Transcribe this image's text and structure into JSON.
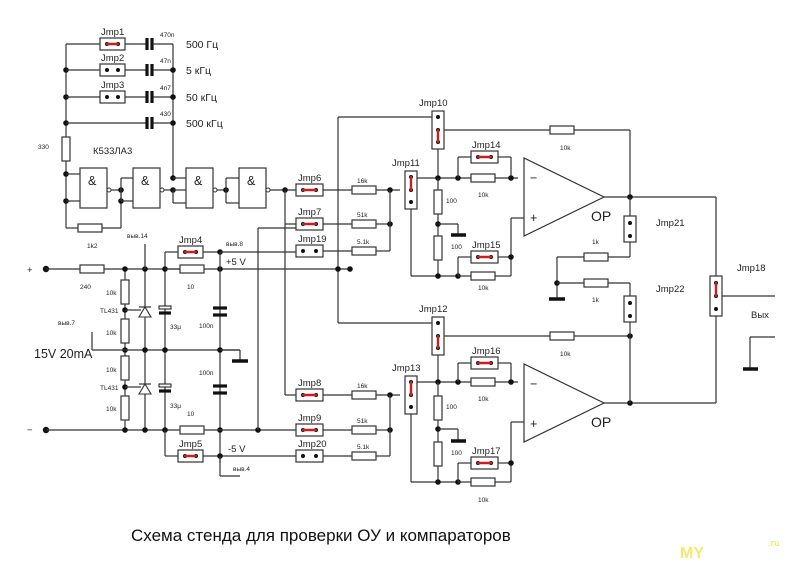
{
  "title": "Схема стенда для проверки ОУ и компараторов",
  "watermark": {
    "main": "MY",
    "suffix": ".ru"
  },
  "oscillator": {
    "chip": "К533ЛА3",
    "gate_symbol": "&",
    "r_timing": "330",
    "r_feedback": "1k2",
    "freq_rows": [
      {
        "jumper": "Jmp1",
        "cap": "470n",
        "freq": "500 Гц",
        "closed": true
      },
      {
        "jumper": "Jmp2",
        "cap": "47n",
        "freq": "5 кГц",
        "closed": false
      },
      {
        "jumper": "Jmp3",
        "cap": "4n7",
        "freq": "50 кГц",
        "closed": false
      },
      {
        "jumper": null,
        "cap": "430",
        "freq": "500 кГц",
        "closed": false
      }
    ]
  },
  "power": {
    "plus": "+",
    "minus": "−",
    "supply": "15V 20mA",
    "r_series": "240",
    "divider_resistors": [
      "10k",
      "10k",
      "10k",
      "10k"
    ],
    "regulator": "TL431",
    "cap_electrolytic": "33μ",
    "cap_ceramic": "100n",
    "r_filter": "10",
    "pin14": "выв.14",
    "pin7": "выв.7",
    "pin8": "выв.8",
    "pin4": "выв.4",
    "rail_pos": "+5 V",
    "rail_neg": "-5 V",
    "jmp_pos": {
      "name": "Jmp4",
      "closed": true
    },
    "jmp_neg": {
      "name": "Jmp5",
      "closed": true
    }
  },
  "inputs": {
    "top": [
      {
        "jumper": "Jmp6",
        "resistor": "16k",
        "closed": true
      },
      {
        "jumper": "Jmp7",
        "resistor": "51k",
        "closed": true
      },
      {
        "jumper": "Jmp19",
        "resistor": "5.1k",
        "closed": false
      }
    ],
    "bottom": [
      {
        "jumper": "Jmp8",
        "resistor": "16k",
        "closed": true
      },
      {
        "jumper": "Jmp9",
        "resistor": "51k",
        "closed": true
      },
      {
        "jumper": "Jmp20",
        "resistor": "5.1k",
        "closed": false
      }
    ]
  },
  "opamps": [
    {
      "label": "OP",
      "minus": "−",
      "plus": "+",
      "jmp_feedback": "Jmp10",
      "jmp_input": "Jmp11",
      "jmp_neg_bypass": "Jmp14",
      "jmp_pos_bypass": "Jmp15",
      "r_feedback": "10k",
      "r_neg": "10k",
      "r_pos": "10k",
      "r_div_top": "100",
      "r_div_bottom": "100"
    },
    {
      "label": "OP",
      "minus": "−",
      "plus": "+",
      "jmp_feedback": "Jmp12",
      "jmp_input": "Jmp13",
      "jmp_neg_bypass": "Jmp16",
      "jmp_pos_bypass": "Jmp17",
      "r_feedback": "10k",
      "r_neg": "10k",
      "r_pos": "10k",
      "r_div_top": "100",
      "r_div_bottom": "100"
    }
  ],
  "output": {
    "jmp_load_top": "Jmp21",
    "jmp_load_bottom": "Jmp22",
    "r_load_top": "1k",
    "r_load_bottom": "1k",
    "jmp_select": "Jmp18",
    "label": "Вых"
  }
}
